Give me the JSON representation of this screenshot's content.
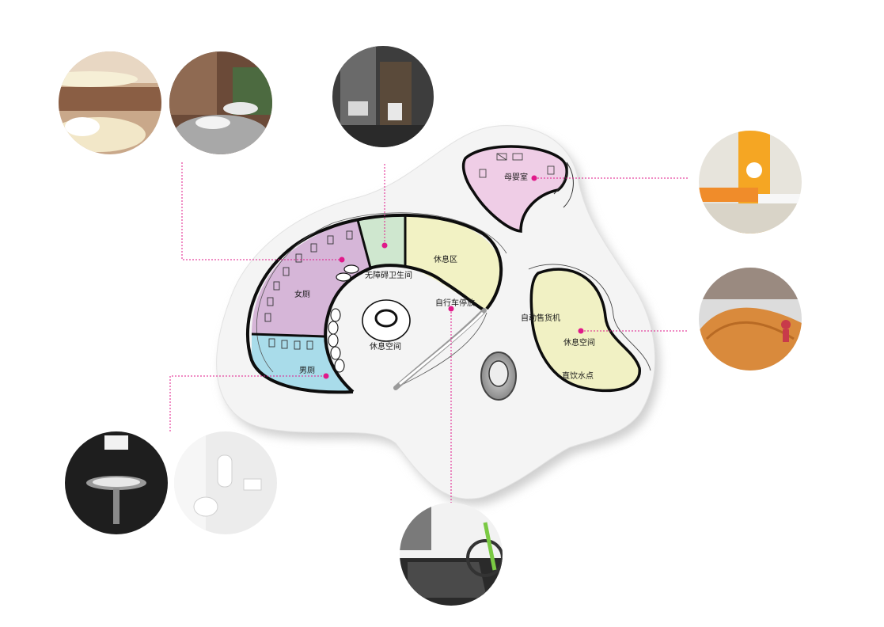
{
  "labels": {
    "nursing_room": "母婴室",
    "accessible_toilet": "无障碍卫生间",
    "lounge_area": "休息区",
    "womens_toilet": "女厕",
    "mens_toilet": "男厕",
    "central_rest_space": "休息空间",
    "bicycle_parking": "自行车停放",
    "vending_machine": "自动售货机",
    "east_rest_space": "休息空间",
    "drinking_water": "直饮水点"
  },
  "colors": {
    "womens": "#d6b6d8",
    "mens": "#a9dcea",
    "accessible": "#cfe7cf",
    "lounge": "#f2f2c4",
    "nursing": "#efcde6",
    "east_zone": "#f1f1c4",
    "leader": "#e0198a",
    "site": "#f4f4f4"
  },
  "icons": {
    "photos": [
      "washroom-photo-icon",
      "sink-photo-icon",
      "accessible-toilet-photo-icon",
      "baby-care-photo-icon",
      "outdoor-seating-photo-icon",
      "wall-sink-photo-icon",
      "urinal-photo-icon",
      "bike-rack-photo-icon"
    ]
  }
}
